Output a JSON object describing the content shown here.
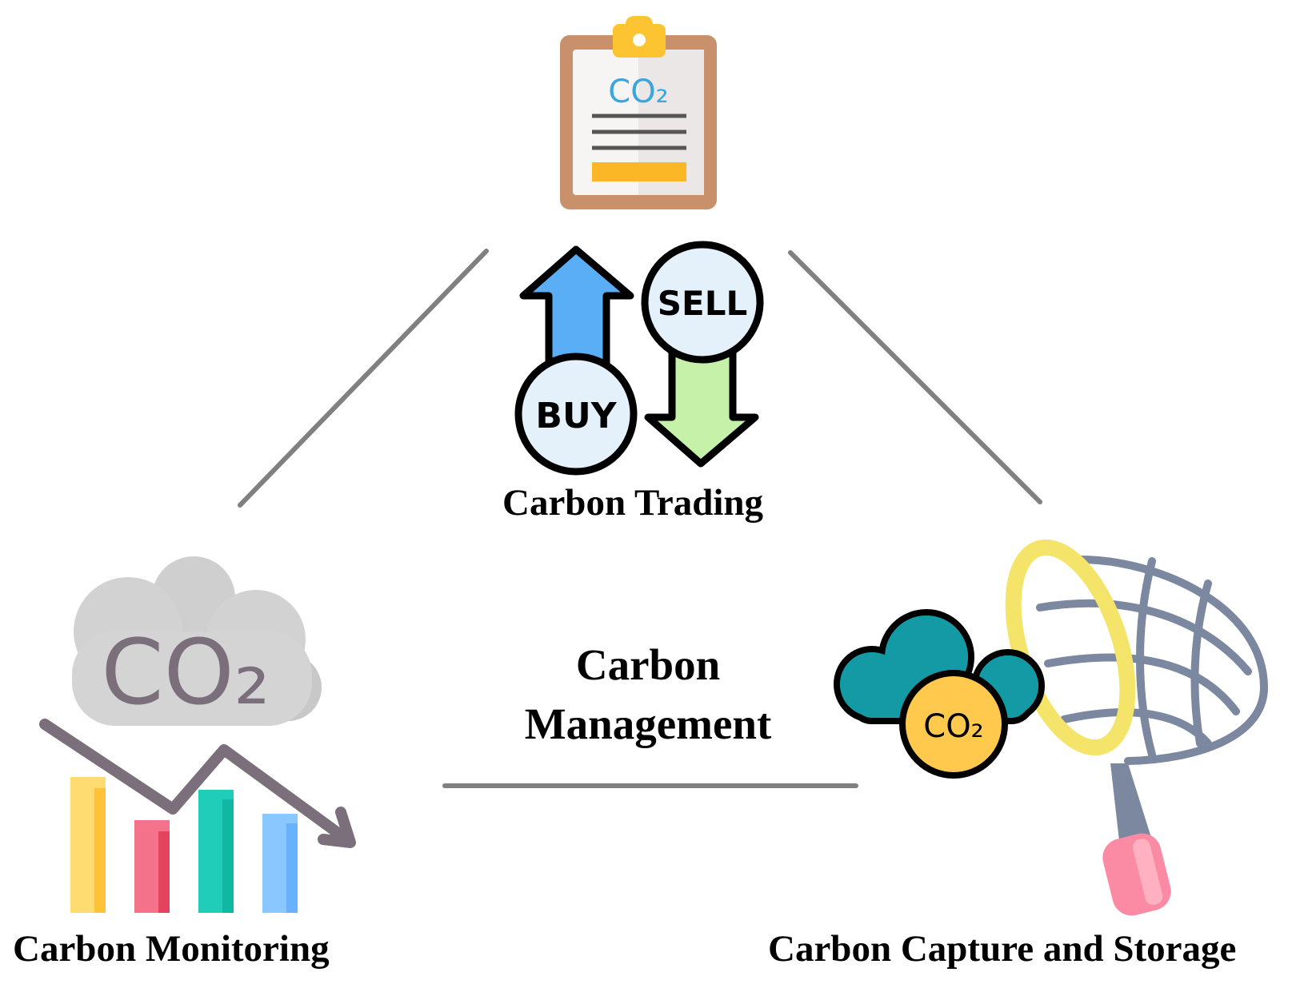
{
  "center": {
    "line1": "Carbon",
    "line2": "Management"
  },
  "nodes": {
    "top": {
      "label": "Carbon Trading"
    },
    "left": {
      "label": "Carbon Monitoring"
    },
    "right": {
      "label": "Carbon Capture and Storage"
    }
  },
  "icons": {
    "clipboard_text": "CO₂",
    "buy_text": "BUY",
    "sell_text": "SELL",
    "cloud_text": "CO₂",
    "coin_text": "CO₂"
  },
  "colors": {
    "connector": "#808080",
    "clipboard_board": "#c9906c",
    "clip": "#fcc431",
    "co2_blue": "#3aa6dc",
    "up_arrow": "#5aaef5",
    "down_arrow": "#c5f2a8",
    "bar_yellow": "#fedc72",
    "bar_pink": "#f4728a",
    "bar_teal": "#20cdb8",
    "bar_blue": "#8ac6ff",
    "cloud_grey": "#d2d2d2",
    "trend_line": "#7a6f7a",
    "teal_cloud": "#149aa5",
    "coin": "#ffc94e",
    "net_ring": "#f4e56a",
    "net_mesh": "#7c87a0",
    "handle_pink": "#fb8ba5"
  }
}
